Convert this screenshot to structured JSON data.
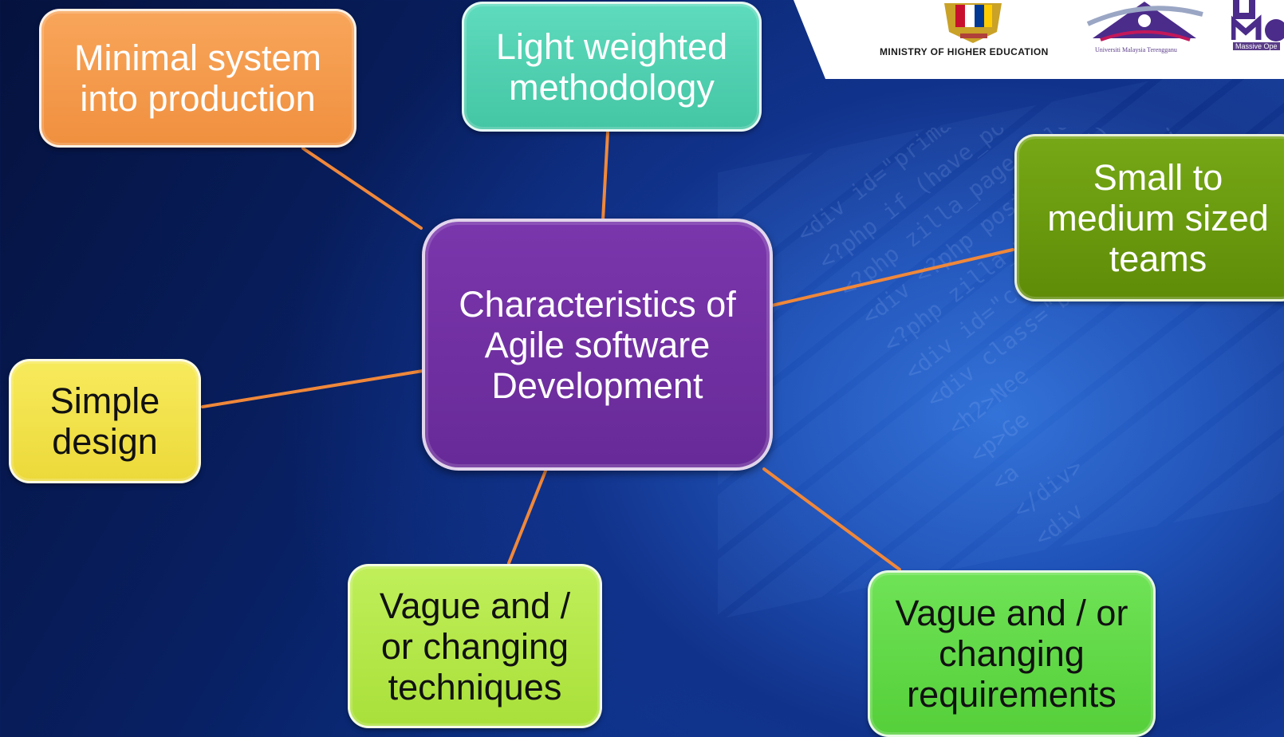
{
  "header": {
    "ministry_label": "MINISTRY OF HIGHER EDUCATION",
    "university_label": "Universiti Malaysia Terengganu",
    "mooc_sub_label": "Massive Ope"
  },
  "diagram": {
    "center": {
      "label": "Characteristics of\nAgile software\nDevelopment",
      "color": "#7030a0"
    },
    "nodes": [
      {
        "id": "minimal",
        "label": "Minimal system\ninto production",
        "color": "#f59a4d"
      },
      {
        "id": "light",
        "label": "Light weighted\nmethodology",
        "color": "#4fd1b0"
      },
      {
        "id": "teams",
        "label": "Small to\nmedium sized\nteams",
        "color": "#6a9a0c"
      },
      {
        "id": "simple",
        "label": "Simple\ndesign",
        "color": "#f2e34c"
      },
      {
        "id": "techniques",
        "label": "Vague and /\nor changing\ntechniques",
        "color": "#b6e94c"
      },
      {
        "id": "requirements",
        "label": "Vague and / or\nchanging\nrequirements",
        "color": "#62d94a"
      }
    ],
    "connector_color": "#f0883a"
  },
  "background": {
    "code_text": "<div id=\"primary\" class=\n<?php if (have_posts()) ?>\n<?php zilla_page_before();\n<div <?php post_class() ?>\n<?php zilla_page_start(); ?>\n<div id=\"contact-boxes\">\n<div class=\"box\">\n<h2>Nee\n<p>Ge\n<a\n</div>\n<div"
  }
}
